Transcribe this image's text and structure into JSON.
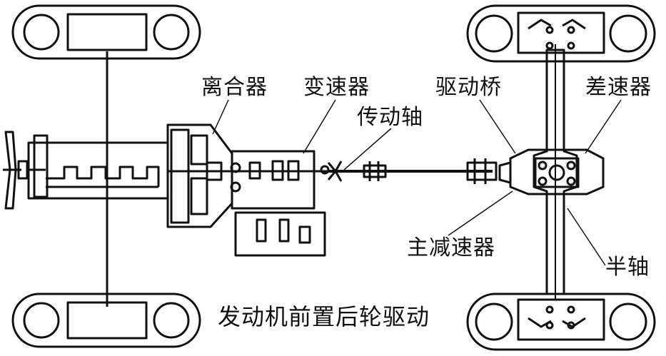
{
  "labels": {
    "clutch": "离合器",
    "gearbox": "变速器",
    "driveshaft": "传动轴",
    "drive_axle": "驱动桥",
    "differential": "差速器",
    "final_drive": "主减速器",
    "half_shaft": "半轴"
  },
  "caption": "发动机前置后轮驱动"
}
